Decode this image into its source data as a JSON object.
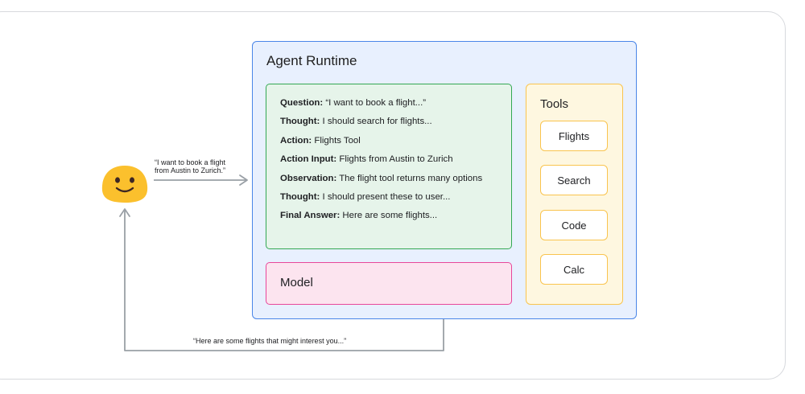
{
  "runtime": {
    "title": "Agent Runtime"
  },
  "trace": [
    {
      "label": "Question:",
      "text": " “I want to book a flight...”"
    },
    {
      "label": "Thought:",
      "text": " I should search for flights..."
    },
    {
      "label": "Action:",
      "text": " Flights Tool"
    },
    {
      "label": "Action Input:",
      "text": " Flights from Austin to Zurich"
    },
    {
      "label": "Observation:",
      "text": " The flight tool returns many options"
    },
    {
      "label": "Thought:",
      "text": " I should present these to user..."
    },
    {
      "label": "Final Answer:",
      "text": " Here are some flights..."
    }
  ],
  "model": {
    "label": "Model"
  },
  "tools": {
    "title": "Tools",
    "items": [
      "Flights",
      "Search",
      "Code",
      "Calc"
    ]
  },
  "user": {
    "icon": "smiling-face-icon",
    "request_line1": "“I want to book a flight",
    "request_line2": "from Austin to Zurich.”",
    "response": "“Here are some flights that might interest you...”"
  },
  "colors": {
    "runtime_bg": "#e8f0fe",
    "runtime_border": "#4a86e8",
    "trace_bg": "#e6f4ea",
    "trace_border": "#34a853",
    "model_bg": "#fce4ef",
    "model_border": "#e8479a",
    "tools_bg": "#fef7e0",
    "tools_border": "#f9c44e",
    "arrow": "#9aa0a6",
    "emoji": "#fbc02d"
  }
}
